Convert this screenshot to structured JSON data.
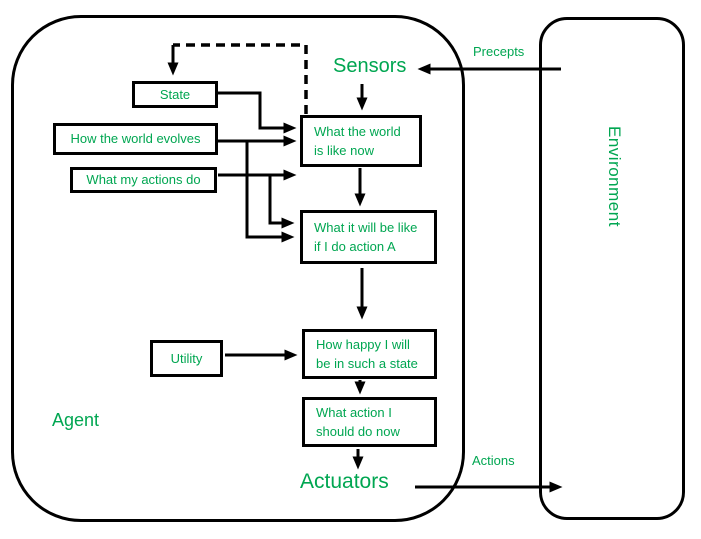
{
  "colors": {
    "text_green": "#00A651",
    "line_black": "#000000",
    "background": "#FFFFFF"
  },
  "agent": {
    "label": "Agent",
    "sensors_label": "Sensors",
    "actuators_label": "Actuators"
  },
  "environment": {
    "label": "Environment"
  },
  "io_labels": {
    "precepts": "Precepts",
    "actions": "Actions"
  },
  "boxes": {
    "state": {
      "label": "State"
    },
    "how_world_evolves": {
      "label": "How the world evolves"
    },
    "what_actions_do": {
      "label": "What my actions do"
    },
    "world_now": {
      "line1": "What the world",
      "line2": "is like now"
    },
    "future": {
      "line1": "What it will be like",
      "line2": "if I do action A"
    },
    "utility": {
      "label": "Utility"
    },
    "happiness": {
      "line1": "How happy I will",
      "line2": "be in such a state"
    },
    "action_now": {
      "line1": "What action I",
      "line2": "should do now"
    }
  },
  "connections": [
    {
      "from": "world-now",
      "to": "state",
      "style": "dashed"
    },
    {
      "from": "state",
      "to": "world-now",
      "style": "solid"
    },
    {
      "from": "how-world-evolves",
      "to": "world-now",
      "style": "solid"
    },
    {
      "from": "how-world-evolves",
      "to": "future",
      "style": "solid"
    },
    {
      "from": "what-actions-do",
      "to": "world-now",
      "style": "solid"
    },
    {
      "from": "what-actions-do",
      "to": "future",
      "style": "solid"
    },
    {
      "from": "sensors",
      "to": "world-now",
      "style": "solid"
    },
    {
      "from": "world-now",
      "to": "future",
      "style": "solid"
    },
    {
      "from": "future",
      "to": "happiness",
      "style": "solid"
    },
    {
      "from": "utility",
      "to": "happiness",
      "style": "solid"
    },
    {
      "from": "happiness",
      "to": "action-now",
      "style": "solid"
    },
    {
      "from": "action-now",
      "to": "actuators",
      "style": "solid"
    },
    {
      "from": "actuators",
      "to": "environment",
      "label": "Actions",
      "style": "solid"
    },
    {
      "from": "environment",
      "to": "sensors",
      "label": "Precepts",
      "style": "solid"
    }
  ]
}
